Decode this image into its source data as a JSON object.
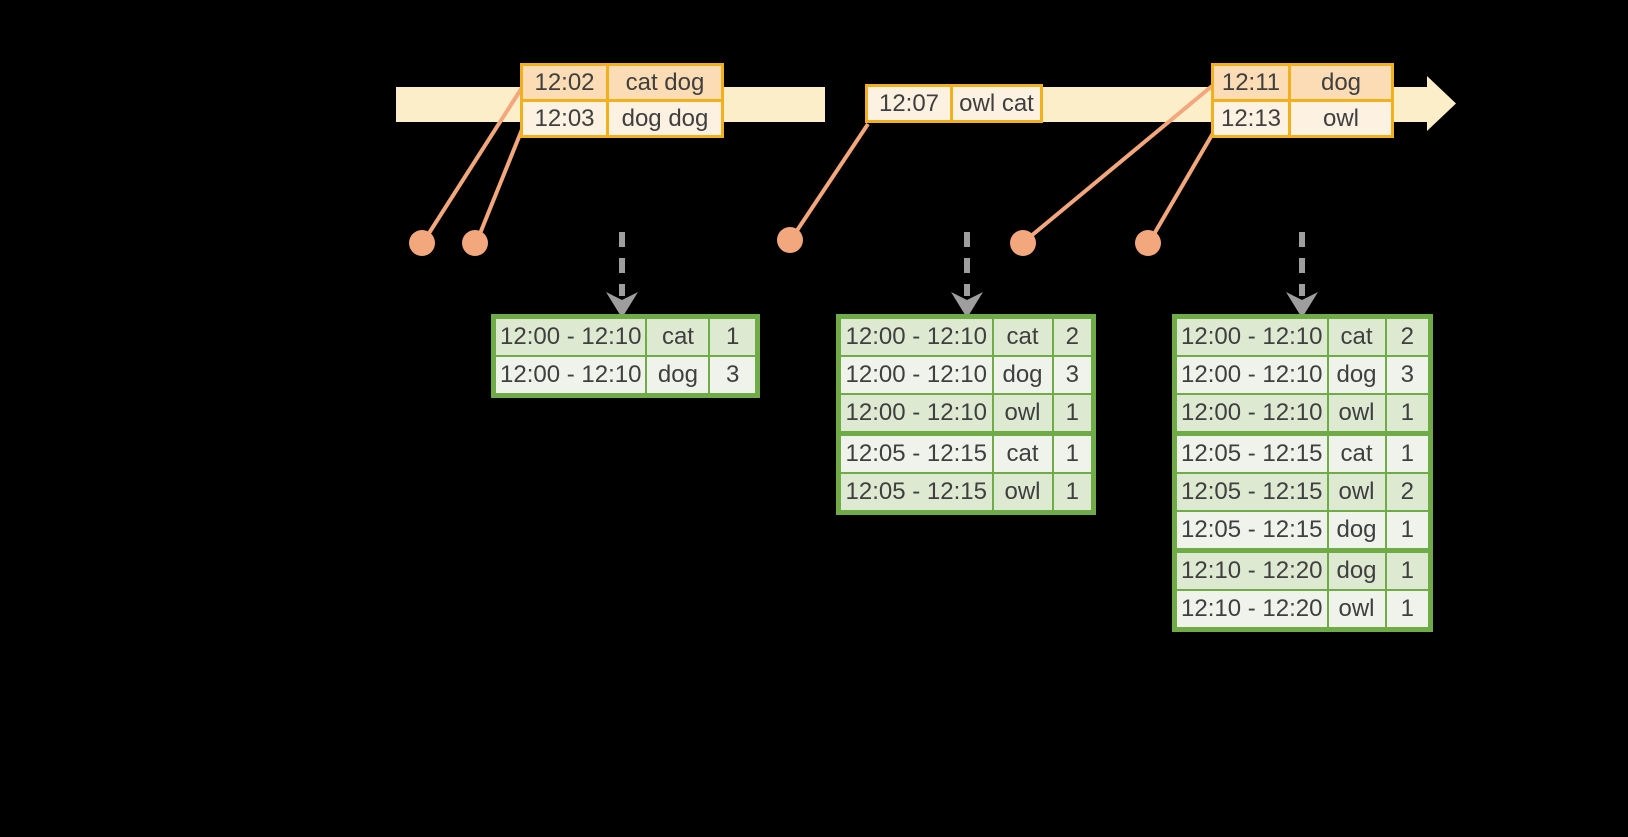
{
  "background_color": "#000000",
  "colors": {
    "timeline_band": "#FBEEC9",
    "event_table_border": "#F2B01E",
    "event_row_shaded": "#FBDCB4",
    "event_row_plain": "#FDF1E1",
    "connector_and_dots": "#F2A77C",
    "trigger_arrow": "#9E9E9E",
    "result_table_border": "#6FAC47",
    "result_row_shaded": "#DEE9D2",
    "result_row_plain": "#EFF3EB",
    "text": "#3F3F3F"
  },
  "icons": {
    "timeline_arrow": "right-arrow-band",
    "event_marker": "dot",
    "trigger_arrow": "dashed-down-arrow"
  },
  "event_tables": [
    {
      "rows": [
        [
          "12:02",
          "cat dog"
        ],
        [
          "12:03",
          "dog dog"
        ]
      ],
      "shaded_rows": [
        0
      ],
      "group_breaks": []
    },
    {
      "rows": [
        [
          "12:07",
          "owl cat"
        ]
      ],
      "shaded_rows": [],
      "group_breaks": []
    },
    {
      "rows": [
        [
          "12:11",
          "dog"
        ],
        [
          "12:13",
          "owl"
        ]
      ],
      "shaded_rows": [
        0
      ],
      "group_breaks": []
    }
  ],
  "result_tables": [
    {
      "rows": [
        [
          "12:00 - 12:10",
          "cat",
          "1"
        ],
        [
          "12:00 - 12:10",
          "dog",
          "3"
        ]
      ],
      "shaded_rows": [
        0
      ],
      "group_breaks": []
    },
    {
      "rows": [
        [
          "12:00 - 12:10",
          "cat",
          "2"
        ],
        [
          "12:00 - 12:10",
          "dog",
          "3"
        ],
        [
          "12:00 - 12:10",
          "owl",
          "1"
        ],
        [
          "12:05 - 12:15",
          "cat",
          "1"
        ],
        [
          "12:05 - 12:15",
          "owl",
          "1"
        ]
      ],
      "shaded_rows": [
        0,
        2,
        4
      ],
      "group_breaks": [
        3
      ]
    },
    {
      "rows": [
        [
          "12:00 - 12:10",
          "cat",
          "2"
        ],
        [
          "12:00 - 12:10",
          "dog",
          "3"
        ],
        [
          "12:00 - 12:10",
          "owl",
          "1"
        ],
        [
          "12:05 - 12:15",
          "cat",
          "1"
        ],
        [
          "12:05 - 12:15",
          "owl",
          "2"
        ],
        [
          "12:05 - 12:15",
          "dog",
          "1"
        ],
        [
          "12:10 - 12:20",
          "dog",
          "1"
        ],
        [
          "12:10 - 12:20",
          "owl",
          "1"
        ]
      ],
      "shaded_rows": [
        0,
        2,
        4,
        6
      ],
      "group_breaks": [
        3,
        6
      ]
    }
  ]
}
